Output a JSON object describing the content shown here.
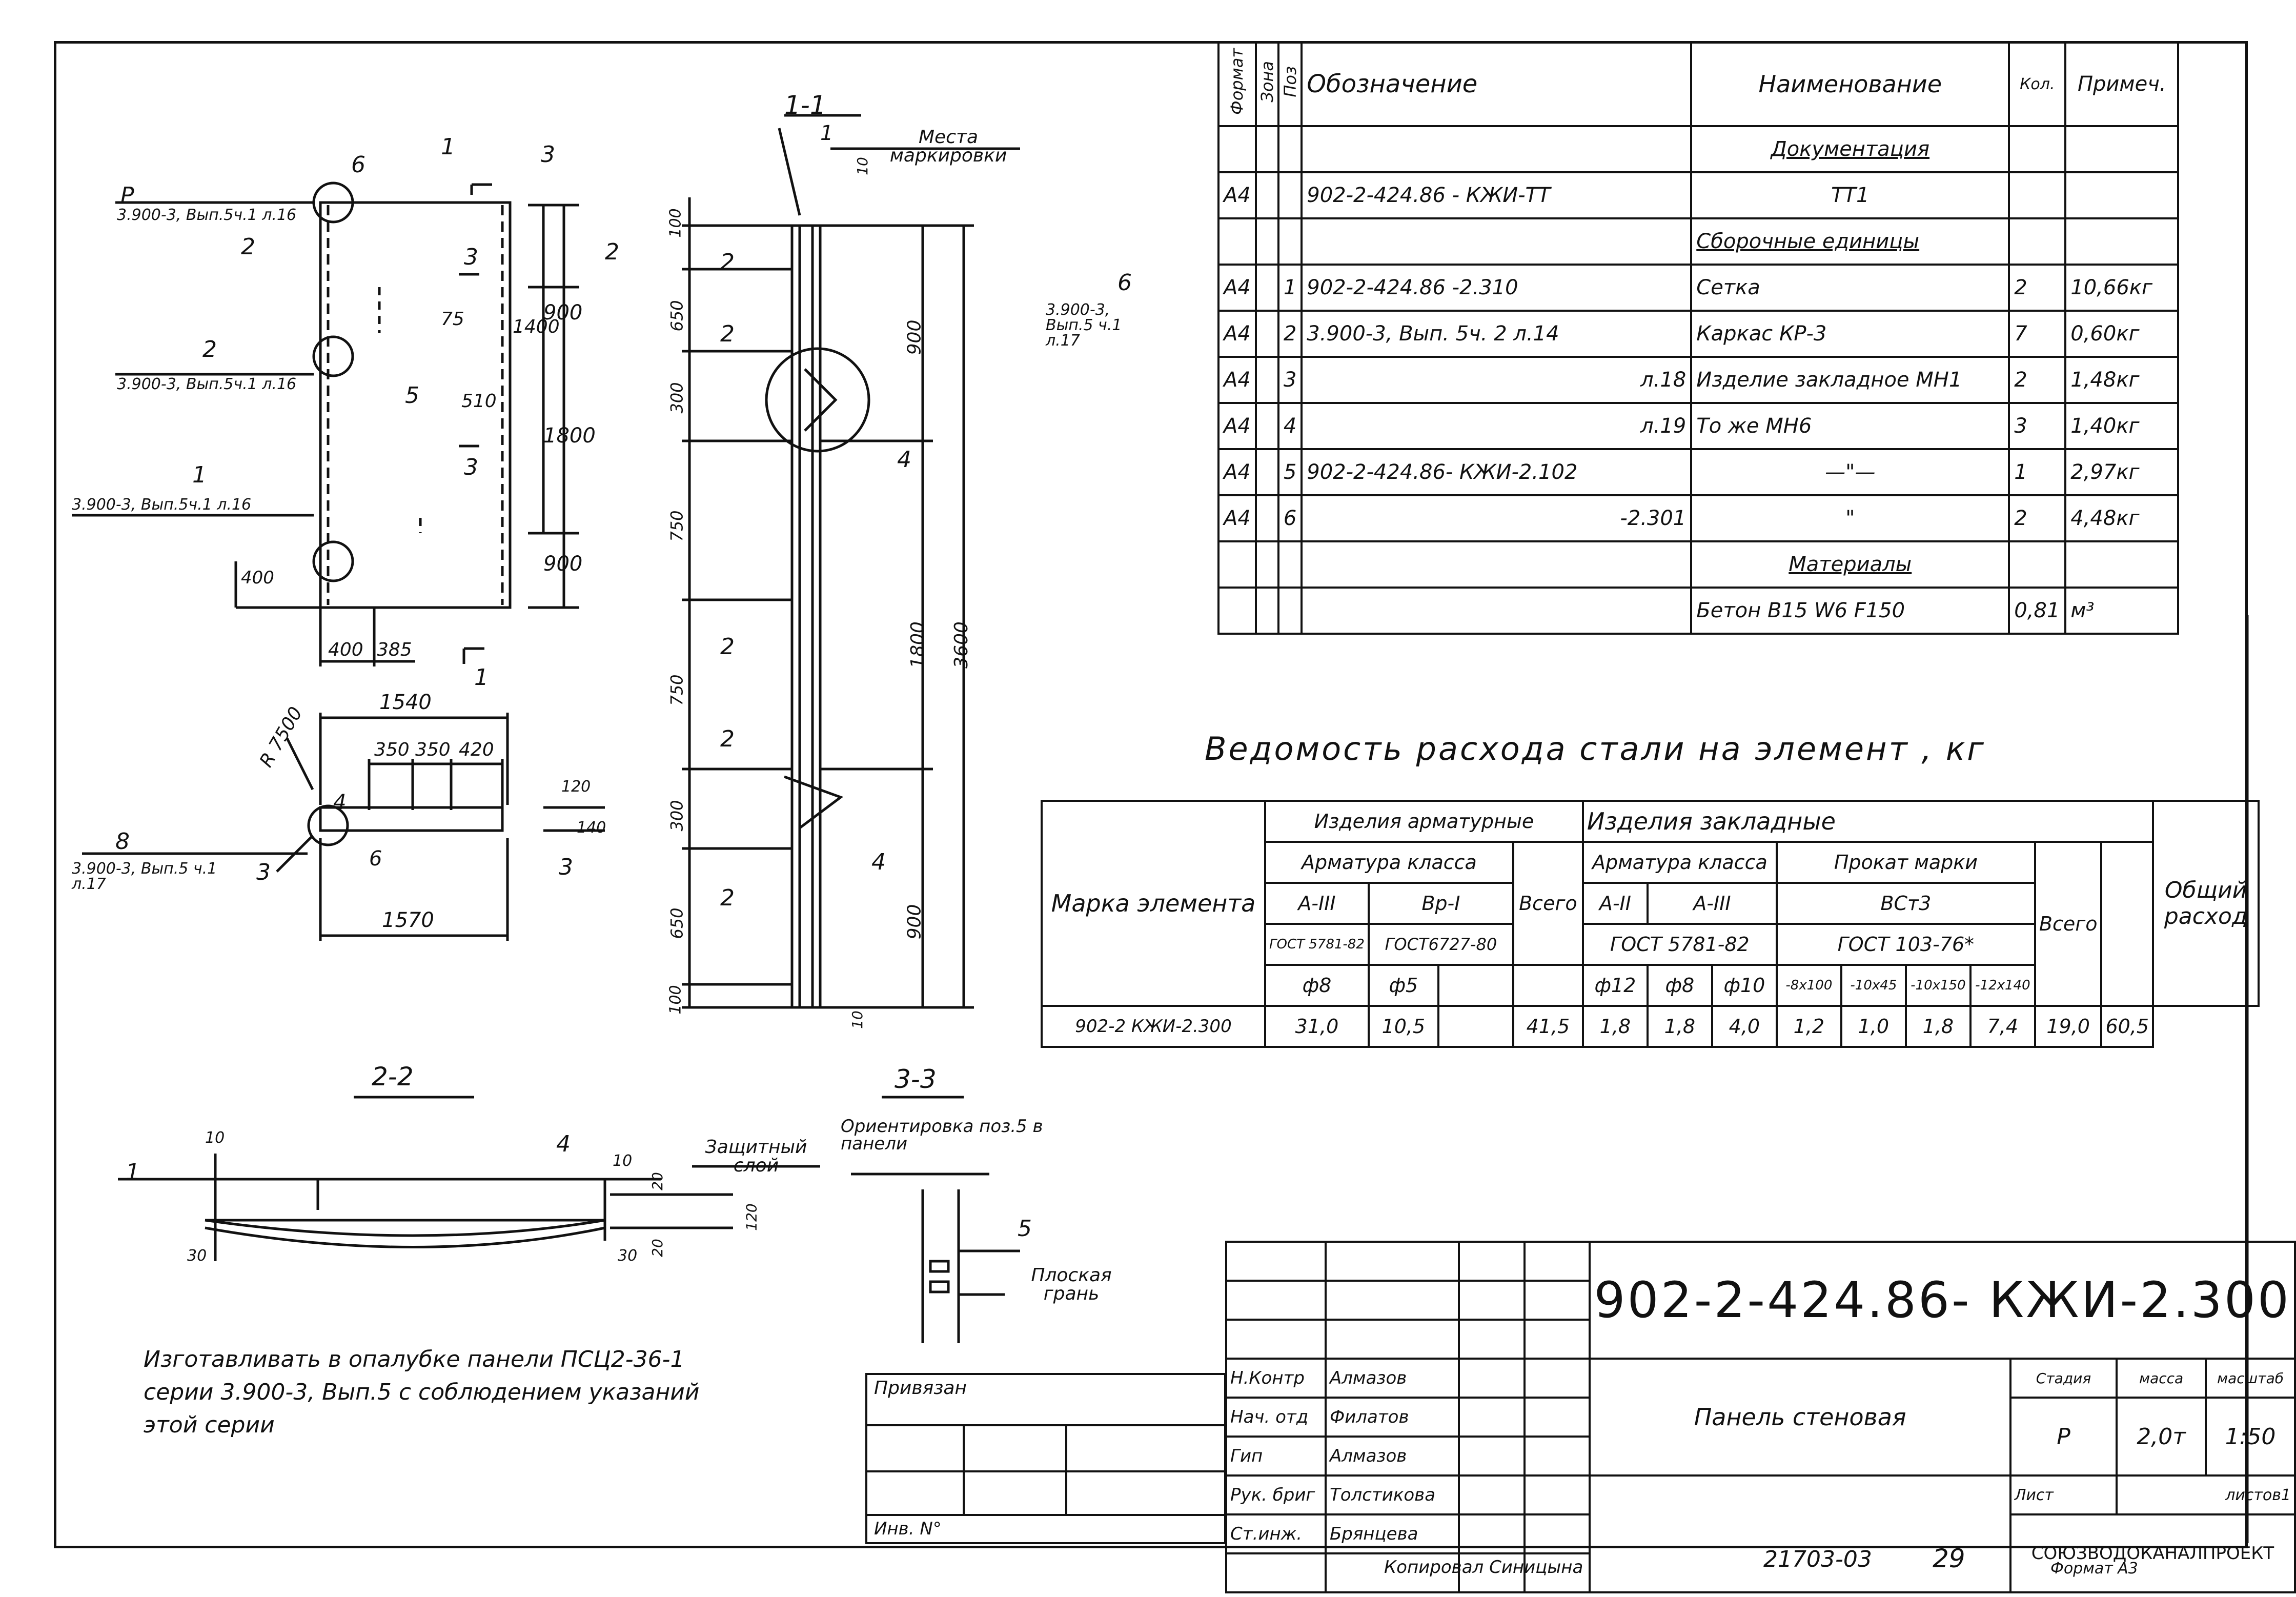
{
  "spec": {
    "headers": {
      "format": "Формат",
      "zone": "Зона",
      "poz": "Поз",
      "designation": "Обозначение",
      "name": "Наименование",
      "qty": "Кол.",
      "note": "Примеч."
    },
    "sections": {
      "docs": "Документация",
      "assemblies": "Сборочные единицы",
      "materials": "Материалы"
    },
    "rows": [
      {
        "format": "А4",
        "zone": "",
        "poz": "",
        "designation": "902-2-424.86 - КЖИ-ТТ",
        "name": "ТТ1",
        "qty": "",
        "note": ""
      },
      {
        "format": "А4",
        "zone": "",
        "poz": "1",
        "designation": "902-2-424.86 -2.310",
        "name": "Сетка",
        "qty": "2",
        "note": "10,66кг"
      },
      {
        "format": "А4",
        "zone": "",
        "poz": "2",
        "designation": "3.900-3, Вып. 5ч. 2 л.14",
        "name": "Каркас КР-3",
        "qty": "7",
        "note": "0,60кг"
      },
      {
        "format": "А4",
        "zone": "",
        "poz": "3",
        "designation": "л.18",
        "name": "Изделие закладное МН1",
        "qty": "2",
        "note": "1,48кг"
      },
      {
        "format": "А4",
        "zone": "",
        "poz": "4",
        "designation": "л.19",
        "name": "То же МН6",
        "qty": "3",
        "note": "1,40кг"
      },
      {
        "format": "А4",
        "zone": "",
        "poz": "5",
        "designation": "902-2-424.86- КЖИ-2.102",
        "name": "—\"—",
        "qty": "1",
        "note": "2,97кг"
      },
      {
        "format": "А4",
        "zone": "",
        "poz": "6",
        "designation": "-2.301",
        "name": "\"",
        "qty": "2",
        "note": "4,48кг"
      }
    ],
    "material": {
      "name": "Бетон В15 W6 F150",
      "qty": "0,81",
      "note": "м³"
    }
  },
  "steel_title": "Ведомость расхода стали на элемент , кг",
  "steel": {
    "mark_label": "Марка элемента",
    "armature_products": "Изделия арматурные",
    "embedded_products": "Изделия закладные",
    "armature_class": "Арматура класса",
    "armature_class2": "Арматура класса",
    "rolled": "Прокат марки",
    "a3": "А-III",
    "bp1": "Вр-I",
    "gost1": "ГОСТ 5781-82",
    "gost2": "ГОСТ6727-80",
    "total": "Всего",
    "a2": "А-II",
    "a3b": "А-III",
    "vst3": "ВСт3",
    "gost3": "ГОСТ 5781-82",
    "gost4": "ГОСТ 103-76*",
    "total2": "Всего",
    "overall": "Общий расход",
    "d8": "ф8",
    "d5": "ф5",
    "d12": "ф12",
    "d8b": "ф8",
    "d10": "ф10",
    "p1": "-8х100",
    "p2": "-10х45",
    "p3": "-10х150",
    "p4": "-12х140",
    "row": {
      "mark": "902-2 КЖИ-2.300",
      "v1": "31,0",
      "v2": "10,5",
      "total1": "41,5",
      "v3": "1,8",
      "v4": "1,8",
      "v5": "4,0",
      "v6": "1,2",
      "v7": "1,0",
      "v8": "1,8",
      "v9": "7,4",
      "total2": "19,0",
      "overall": "60,5"
    }
  },
  "stamp": {
    "code": "902-2-424.86- КЖИ-2.300",
    "object": "Панель стеновая",
    "stage_h": "Стадия",
    "mass_h": "масса",
    "scale_h": "масштаб",
    "stage": "Р",
    "mass": "2,0т",
    "scale": "1:50",
    "sheet_h": "Лист",
    "sheets_h": "листов1",
    "org": "СОЮЗВОДОКАНАЛПРОЕКТ",
    "bound": "Привязан",
    "inv": "Инв. N°",
    "people": [
      {
        "role": "Н.Контр",
        "name": "Алмазов"
      },
      {
        "role": "Нач. отд",
        "name": "Филатов"
      },
      {
        "role": "Гип",
        "name": "Алмазов"
      },
      {
        "role": "Рук. бриг",
        "name": "Толстикова"
      },
      {
        "role": "Ст.инж.",
        "name": "Брянцева"
      }
    ]
  },
  "notes": "Изготавливать в опалубке панели ПСЦ2-36-1 серии 3.900-3, Вып.5 с соблюдением указаний этой серии",
  "footer": {
    "copied": "Копировал Синицына",
    "num": "21703-03",
    "page": "29",
    "format": "Формат А3"
  },
  "drawing": {
    "sec11": "1-1",
    "sec22": "2-2",
    "sec33": "3-3",
    "marking": "Места маркировки",
    "protective": "Защитный слой",
    "orient": "Ориентировка поз.5 в панели",
    "flat": "Плоская грань",
    "ref1": "3.900-3, Вып.5ч.1 л.16",
    "ref2": "3.900-3, Вып.5ч.1 л.16",
    "ref3": "3.900-3, Вып.5ч.1 л.16",
    "ref6": "3.900-3, Вып.5 ч.1 л.17",
    "ref8": "3.900-3, Вып.5 ч.1 л.17",
    "dims": {
      "d400": "400",
      "d385": "385",
      "d1540": "1540",
      "d1570": "1570",
      "d350a": "350",
      "d350b": "350",
      "d420": "420",
      "r7500": "R 7500",
      "d900a": "900",
      "d1400": "1400",
      "d1800": "1800",
      "d900b": "900",
      "d75": "75",
      "d510": "510",
      "d400b": "400",
      "d120": "120",
      "d140": "140",
      "s100a": "100",
      "s650a": "650",
      "s300a": "300",
      "s750a": "750",
      "s750b": "750",
      "s300b": "300",
      "s650b": "650",
      "s100b": "100",
      "s900a": "900",
      "s1800": "1800",
      "s3600": "3600",
      "s900b": "900",
      "s10a": "10",
      "s10b": "10",
      "v10a": "10",
      "v10b": "10",
      "v30a": "30",
      "v30b": "30",
      "v20a": "20",
      "v20b": "20",
      "v120": "120"
    }
  }
}
